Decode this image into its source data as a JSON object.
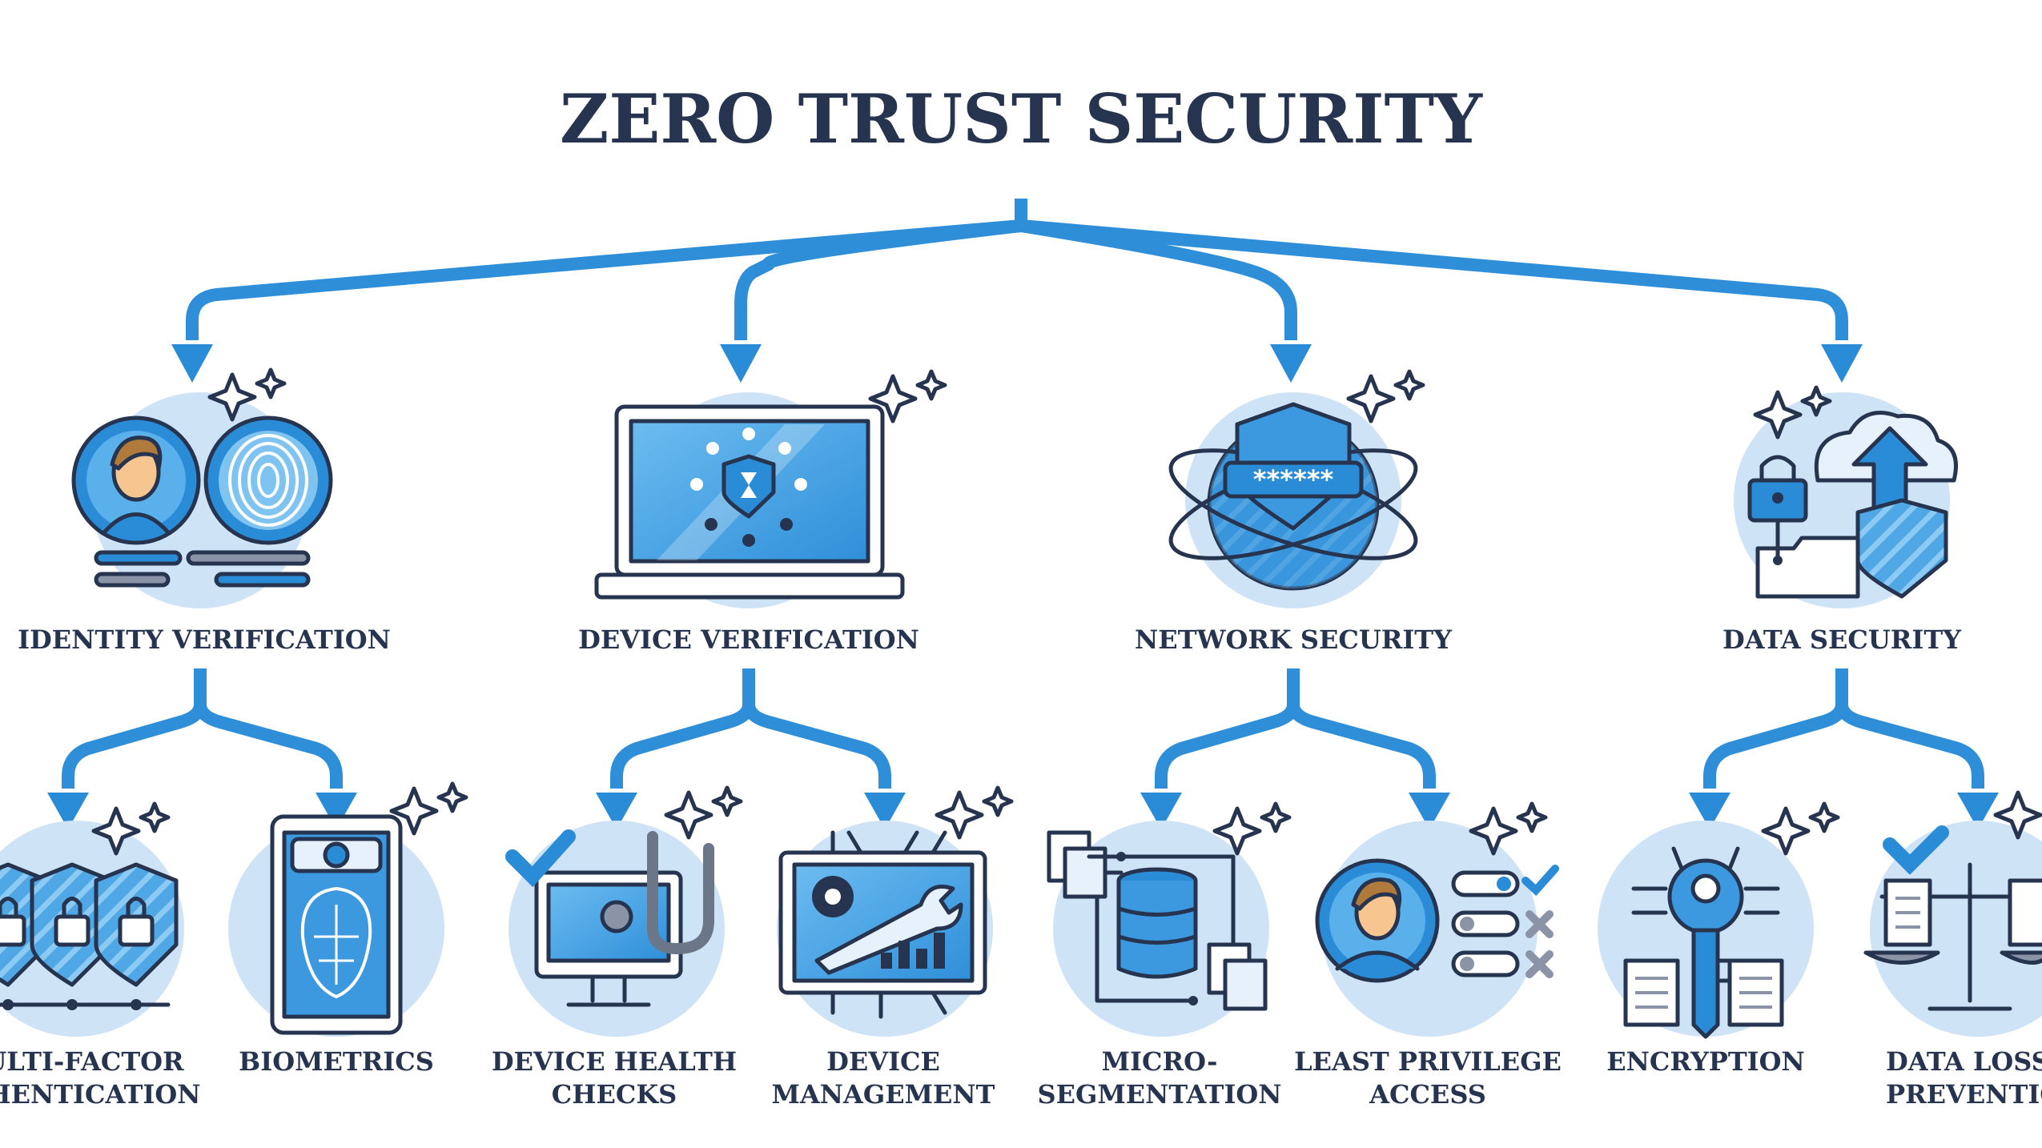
{
  "title": "ZERO TRUST SECURITY",
  "colors": {
    "ink": "#26344f",
    "accent": "#2a8bd6",
    "light": "#cfe3f6",
    "mid": "#5ab0ea"
  },
  "categories": [
    {
      "label": "IDENTITY VERIFICATION",
      "icon": "identity-fingerprint-icon",
      "children": [
        {
          "label_lines": [
            "ULTI-FACTOR",
            "THENTICATION"
          ],
          "icon": "shield-lock-icon"
        },
        {
          "label_lines": [
            "BIOMETRICS"
          ],
          "icon": "face-scan-phone-icon"
        }
      ]
    },
    {
      "label": "DEVICE VERIFICATION",
      "icon": "laptop-shield-icon",
      "children": [
        {
          "label_lines": [
            "DEVICE HEALTH",
            "CHECKS"
          ],
          "icon": "monitor-stethoscope-icon"
        },
        {
          "label_lines": [
            "DEVICE",
            "MANAGEMENT"
          ],
          "icon": "monitor-wrench-gear-icon"
        }
      ]
    },
    {
      "label": "NETWORK SECURITY",
      "icon": "globe-password-shield-icon",
      "children": [
        {
          "label_lines": [
            "MICRO-",
            "SEGMENTATION"
          ],
          "icon": "database-documents-icon"
        },
        {
          "label_lines": [
            "LEAST PRIVILEGE",
            "ACCESS"
          ],
          "icon": "user-permissions-icon"
        }
      ]
    },
    {
      "label": "DATA SECURITY",
      "icon": "cloud-upload-lock-folder-icon",
      "children": [
        {
          "label_lines": [
            "ENCRYPTION"
          ],
          "icon": "key-circuit-icon"
        },
        {
          "label_lines": [
            "DATA LOSS",
            "PREVENTIO"
          ],
          "icon": "scale-documents-icon"
        }
      ]
    }
  ]
}
